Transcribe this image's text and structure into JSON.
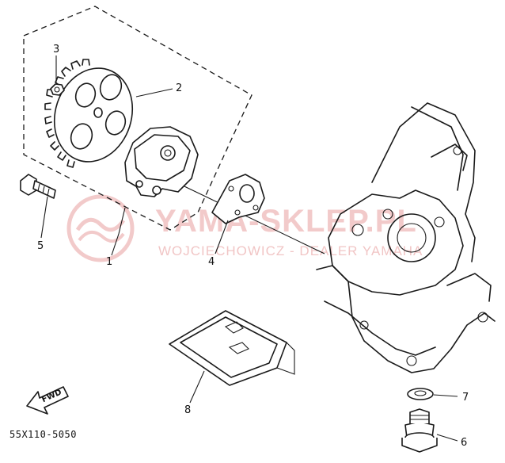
{
  "diagram": {
    "part_labels": [
      "1",
      "2",
      "3",
      "4",
      "5",
      "6",
      "7",
      "8"
    ],
    "drawing_code": "55X110-5050",
    "direction_marker": "FWD"
  },
  "watermark": {
    "title": "YAMA-SKLEP.PL",
    "subtitle": "WOJCIECHOWICZ - DEALER YAMAHA",
    "color": "#e8a0a0"
  }
}
